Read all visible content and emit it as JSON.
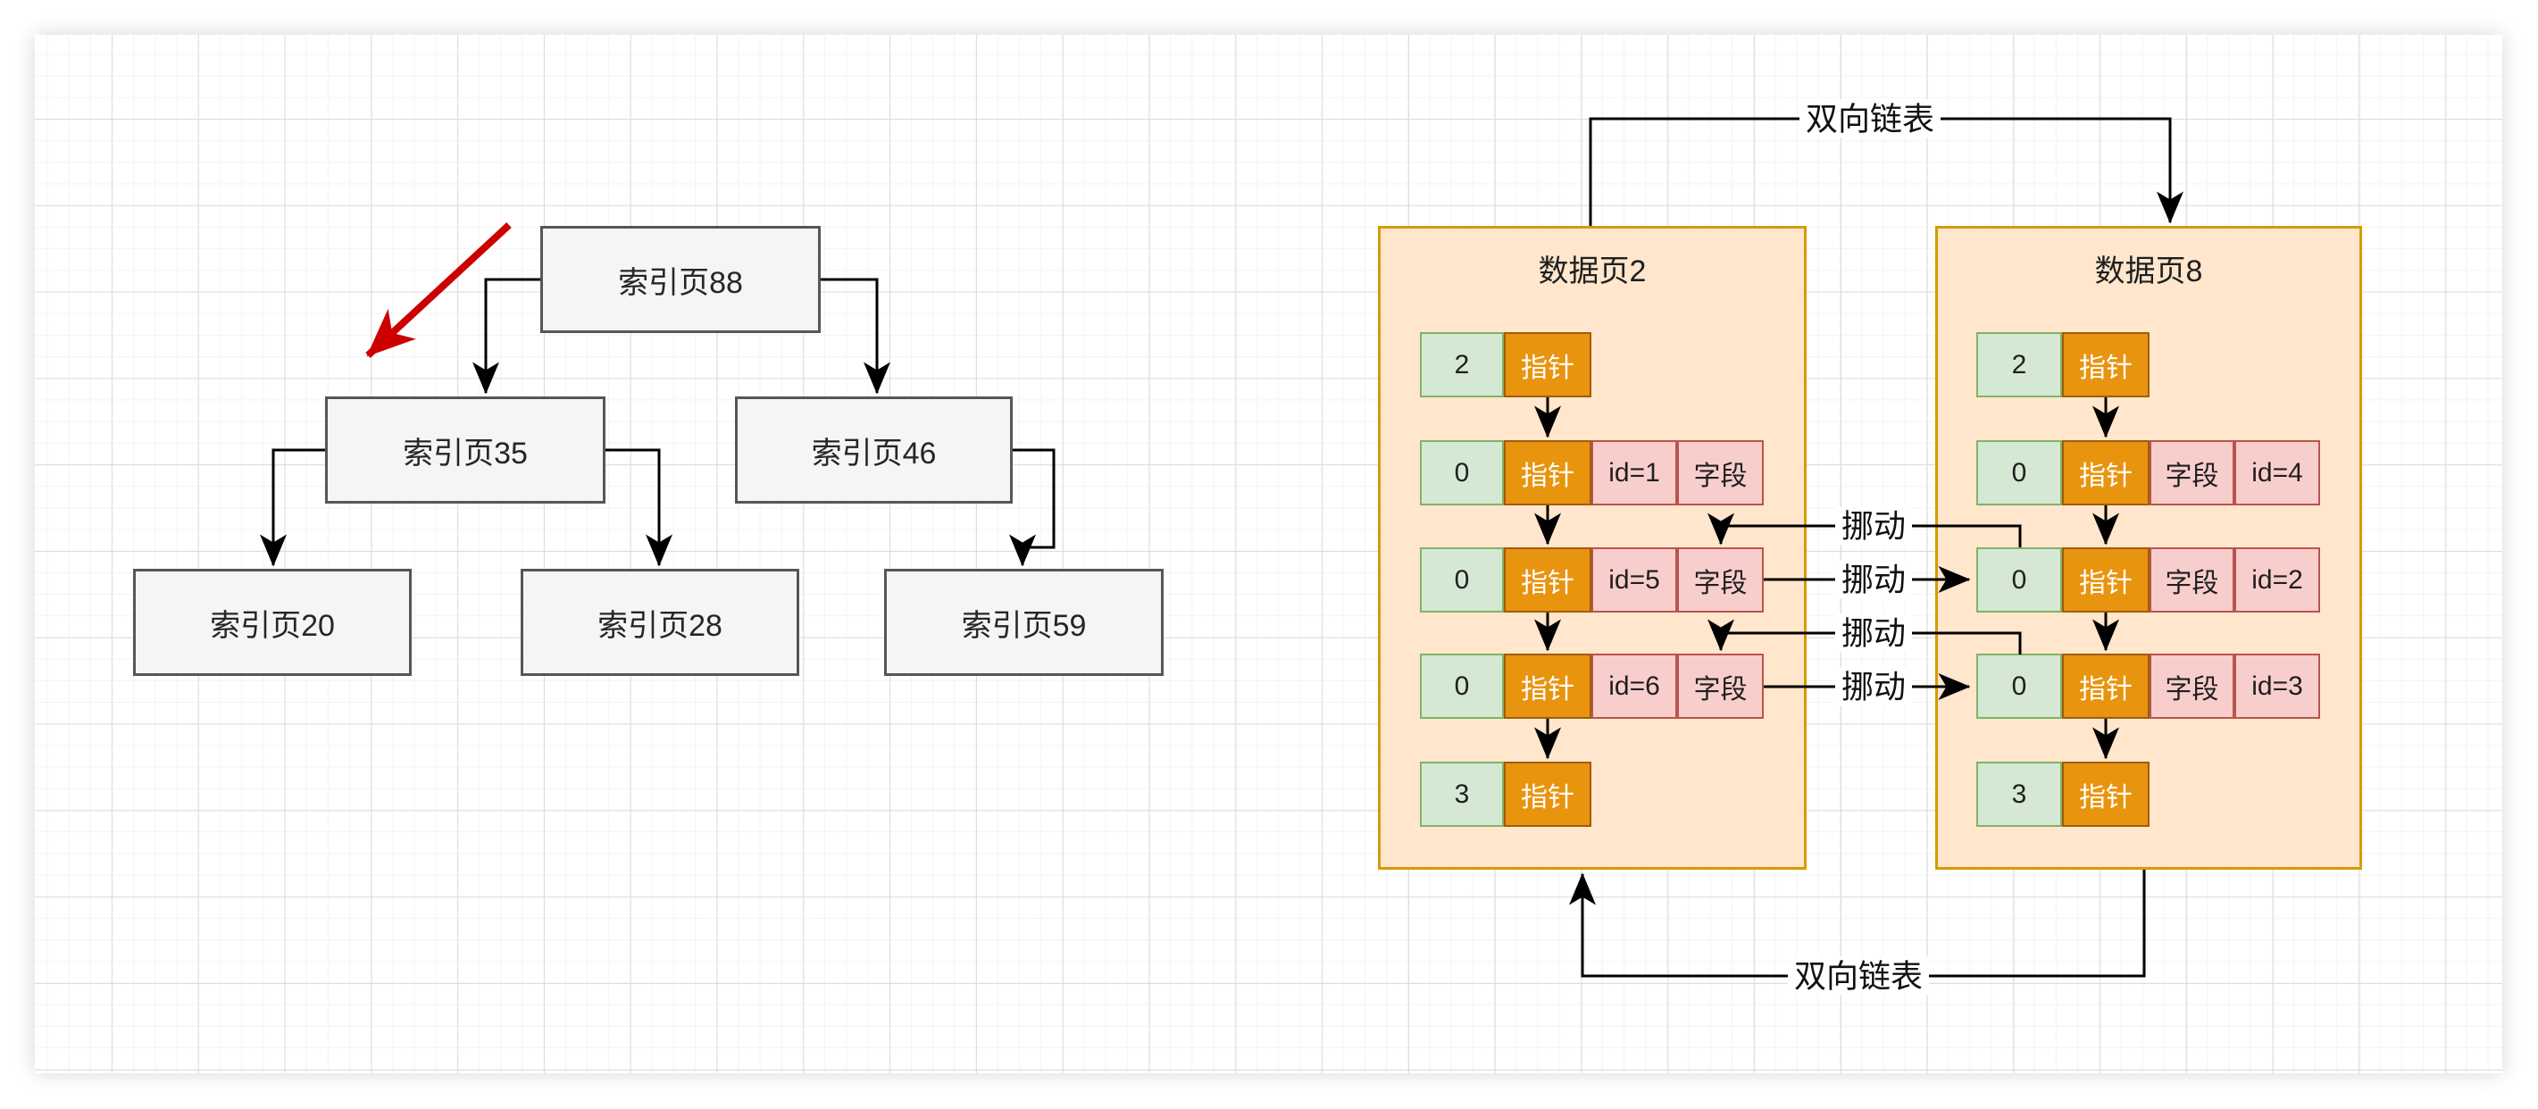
{
  "tree": {
    "nodes": [
      {
        "label": "索引页88"
      },
      {
        "label": "索引页35"
      },
      {
        "label": "索引页46"
      },
      {
        "label": "索引页20"
      },
      {
        "label": "索引页28"
      },
      {
        "label": "索引页59"
      }
    ]
  },
  "pages": [
    {
      "title": "数据页2",
      "rows": [
        {
          "cells": [
            {
              "t": "2"
            },
            {
              "t": "指针"
            }
          ]
        },
        {
          "cells": [
            {
              "t": "0"
            },
            {
              "t": "指针"
            },
            {
              "t": "id=1"
            },
            {
              "t": "字段"
            }
          ]
        },
        {
          "cells": [
            {
              "t": "0"
            },
            {
              "t": "指针"
            },
            {
              "t": "id=5"
            },
            {
              "t": "字段"
            }
          ]
        },
        {
          "cells": [
            {
              "t": "0"
            },
            {
              "t": "指针"
            },
            {
              "t": "id=6"
            },
            {
              "t": "字段"
            }
          ]
        },
        {
          "cells": [
            {
              "t": "3"
            },
            {
              "t": "指针"
            }
          ]
        }
      ]
    },
    {
      "title": "数据页8",
      "rows": [
        {
          "cells": [
            {
              "t": "2"
            },
            {
              "t": "指针"
            }
          ]
        },
        {
          "cells": [
            {
              "t": "0"
            },
            {
              "t": "指针"
            },
            {
              "t": "字段"
            },
            {
              "t": "id=4"
            }
          ]
        },
        {
          "cells": [
            {
              "t": "0"
            },
            {
              "t": "指针"
            },
            {
              "t": "字段"
            },
            {
              "t": "id=2"
            }
          ]
        },
        {
          "cells": [
            {
              "t": "0"
            },
            {
              "t": "指针"
            },
            {
              "t": "字段"
            },
            {
              "t": "id=3"
            }
          ]
        },
        {
          "cells": [
            {
              "t": "3"
            },
            {
              "t": "指针"
            }
          ]
        }
      ]
    }
  ],
  "edge_labels": {
    "top_link": "双向链表",
    "bottom_link": "双向链表",
    "move_1": "挪动",
    "move_2": "挪动",
    "move_3": "挪动",
    "move_4": "挪动"
  },
  "colors": {
    "node_fill": "#f5f5f5",
    "node_border": "#565656",
    "page_fill": "#ffe6cc",
    "page_border": "#d79b00",
    "green_fill": "#d5e8d4",
    "green_border": "#82b366",
    "pointer_fill": "#e8940f",
    "pink_fill": "#f8cecc",
    "pink_border": "#b85450",
    "red_arrow": "#cc0000",
    "wire": "#000000"
  }
}
